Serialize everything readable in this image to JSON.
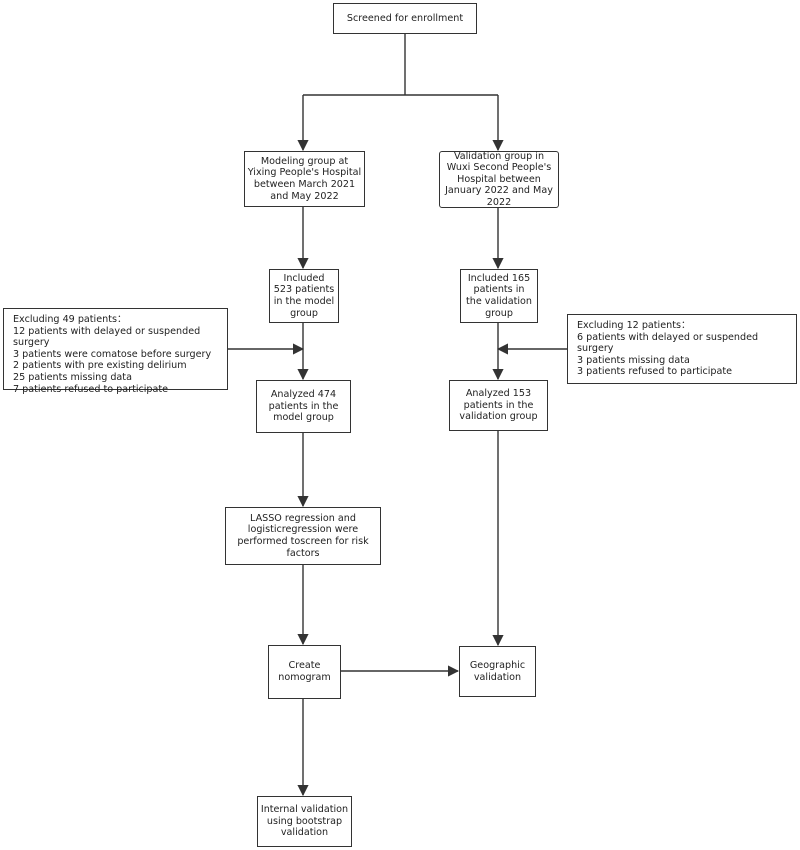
{
  "boxes": {
    "screened": "Screened for enrollment",
    "modeling": "Modeling group at\nYixing People's Hospital\nbetween March 2021\nand May 2022",
    "validation": "Validation group in\nWuxi Second People's\nHospital between\nJanuary 2022 and May\n2022",
    "included_model": "Included\n523 patients\nin the model\ngroup",
    "included_validation": "Included 165\npatients in\nthe validation\ngroup",
    "excluding_model": "Excluding 49 patients：\n12 patients with delayed or suspended surgery\n3 patients were comatose before surgery\n2 patients with pre existing delirium\n25 patients missing data\n7 patients refused to participate",
    "excluding_validation": "Excluding 12 patients：\n6  patients with delayed or suspended surgery\n3 patients missing data\n3 patients refused to participate",
    "analyzed_model": "Analyzed 474\npatients in  the\nmodel group",
    "analyzed_validation": "Analyzed 153\npatients in the\nvalidation group",
    "lasso": "LASSO regression and\nlogisticregression were\nperformed toscreen for risk\nfactors",
    "nomogram": "Create\nnomogram",
    "geographic": "Geographic\nvalidation",
    "internal": "Internal validation\nusing  bootstrap\nvalidation"
  }
}
